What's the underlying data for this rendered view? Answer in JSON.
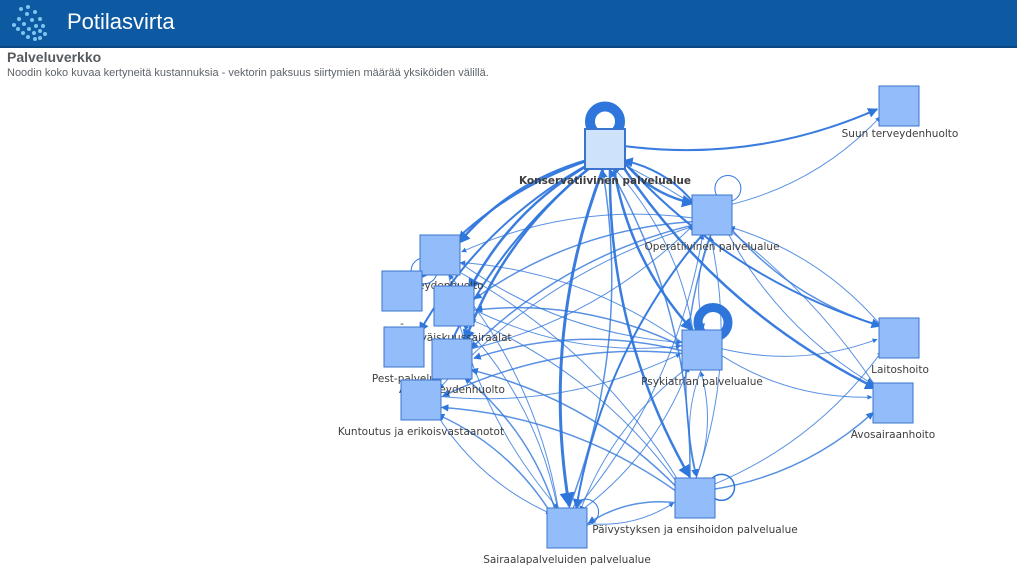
{
  "header": {
    "app_title": "Potilasvirta",
    "logo_icon": "patient-flow-logo-icon"
  },
  "page": {
    "title": "Palveluverkko",
    "subtitle": "Noodin koko kuvaa kertyneitä kustannuksia - vektorin paksuus siirtymien määrää yksiköiden välillä."
  },
  "colors": {
    "header": "#0d5aa3",
    "node_fill": "#92bdfa",
    "node_stroke": "#3a74cc",
    "selected_node_fill": "#cfe2fb",
    "edge": "#2f76dc"
  },
  "network": {
    "nodes": [
      {
        "id": "kons",
        "label": "Konservatiivinen palvelualue",
        "bold": true,
        "selected": true
      },
      {
        "id": "suun",
        "label": "Suun terveydenhuolto"
      },
      {
        "id": "oper",
        "label": "Operatiivinen palvelualue"
      },
      {
        "id": "terv",
        "label": "Terveydenhuolto"
      },
      {
        "id": "dash",
        "label": "-"
      },
      {
        "id": "pysk",
        "label": "Pysyväiskuussairaalat"
      },
      {
        "id": "pest",
        "label": "Pest-palvelut"
      },
      {
        "id": "avot",
        "label": "Avoterveydenhuolto"
      },
      {
        "id": "kunt",
        "label": "Kuntoutus ja erikoisvastaanotot"
      },
      {
        "id": "psyk",
        "label": "Psykiatrian palvelualue"
      },
      {
        "id": "lait",
        "label": "Laitoshoito"
      },
      {
        "id": "avos",
        "label": "Avosairaanhoito"
      },
      {
        "id": "paiv",
        "label": "Päivystyksen ja ensihoidon palvelualue"
      },
      {
        "id": "sair",
        "label": "Sairaalapalveluiden palvelualue"
      }
    ],
    "edges": [
      [
        "kons",
        "suun",
        2
      ],
      [
        "kons",
        "oper",
        2.5
      ],
      [
        "kons",
        "terv",
        2.5
      ],
      [
        "kons",
        "dash",
        2
      ],
      [
        "kons",
        "pysk",
        2.5
      ],
      [
        "kons",
        "pest",
        2
      ],
      [
        "kons",
        "avot",
        2.5
      ],
      [
        "kons",
        "kunt",
        2
      ],
      [
        "kons",
        "psyk",
        2.5
      ],
      [
        "kons",
        "lait",
        2
      ],
      [
        "kons",
        "avos",
        2.5
      ],
      [
        "kons",
        "paiv",
        2.5
      ],
      [
        "kons",
        "sair",
        3
      ],
      [
        "oper",
        "kons",
        2
      ],
      [
        "oper",
        "suun",
        1
      ],
      [
        "oper",
        "terv",
        1
      ],
      [
        "oper",
        "pysk",
        1.5
      ],
      [
        "oper",
        "avot",
        1.5
      ],
      [
        "oper",
        "kunt",
        1
      ],
      [
        "oper",
        "psyk",
        1
      ],
      [
        "oper",
        "lait",
        1.5
      ],
      [
        "oper",
        "avos",
        1
      ],
      [
        "oper",
        "paiv",
        1.5
      ],
      [
        "oper",
        "sair",
        2
      ],
      [
        "psyk",
        "kons",
        1
      ],
      [
        "psyk",
        "terv",
        1
      ],
      [
        "psyk",
        "pysk",
        1.5
      ],
      [
        "psyk",
        "avot",
        1.5
      ],
      [
        "psyk",
        "kunt",
        1.5
      ],
      [
        "psyk",
        "lait",
        1
      ],
      [
        "psyk",
        "avos",
        1
      ],
      [
        "psyk",
        "paiv",
        1
      ],
      [
        "psyk",
        "sair",
        1
      ],
      [
        "paiv",
        "kons",
        1.5
      ],
      [
        "paiv",
        "oper",
        1
      ],
      [
        "paiv",
        "psyk",
        1
      ],
      [
        "paiv",
        "terv",
        1
      ],
      [
        "paiv",
        "pysk",
        1
      ],
      [
        "paiv",
        "avot",
        1.5
      ],
      [
        "paiv",
        "kunt",
        1.5
      ],
      [
        "paiv",
        "lait",
        1
      ],
      [
        "paiv",
        "avos",
        1.5
      ],
      [
        "paiv",
        "sair",
        1.5
      ],
      [
        "sair",
        "kons",
        1.5
      ],
      [
        "sair",
        "oper",
        1
      ],
      [
        "sair",
        "psyk",
        1
      ],
      [
        "sair",
        "terv",
        1
      ],
      [
        "sair",
        "pysk",
        1
      ],
      [
        "sair",
        "avot",
        1.5
      ],
      [
        "sair",
        "kunt",
        1.5
      ],
      [
        "sair",
        "paiv",
        1
      ],
      [
        "terv",
        "psyk",
        1
      ],
      [
        "pysk",
        "psyk",
        1
      ],
      [
        "avot",
        "oper",
        1
      ],
      [
        "kunt",
        "psyk",
        1
      ],
      [
        "lait",
        "oper",
        1
      ],
      [
        "avos",
        "kons",
        1
      ],
      [
        "terv",
        "sair",
        1
      ],
      [
        "kunt",
        "sair",
        1
      ]
    ],
    "self_loops": [
      [
        "kons",
        10
      ],
      [
        "oper",
        1
      ],
      [
        "psyk",
        9
      ],
      [
        "paiv",
        1.5
      ],
      [
        "sair",
        1
      ],
      [
        "terv",
        1
      ]
    ]
  }
}
